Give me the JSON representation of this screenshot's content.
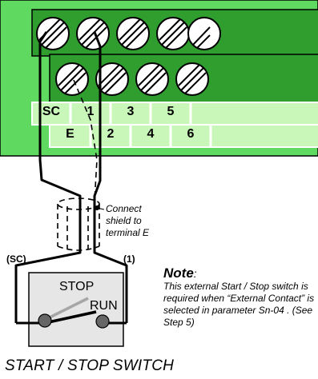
{
  "terminal_block": {
    "top_row_labels": [
      "SC",
      "1",
      "3",
      "5"
    ],
    "bottom_row_labels": [
      "E",
      "2",
      "4",
      "6"
    ]
  },
  "shield_note": "Connect shield to terminal E",
  "wire_tags": {
    "left": "(SC)",
    "right": "(1)"
  },
  "switch": {
    "stop_label": "STOP",
    "run_label": "RUN"
  },
  "note": {
    "title": "Note",
    "title_suffix": ":",
    "body": "This external Start / Stop switch is required when “External Contact” is selected in parameter Sn-04 . (See Step 5)"
  },
  "caption": "START / STOP SWITCH",
  "colors": {
    "background": "#ffffff",
    "board_green": "#5fd95f",
    "screw_green": "#2f9e2f",
    "label_strip": "#c9f7b9",
    "switch_body": "#e6e6e6"
  }
}
